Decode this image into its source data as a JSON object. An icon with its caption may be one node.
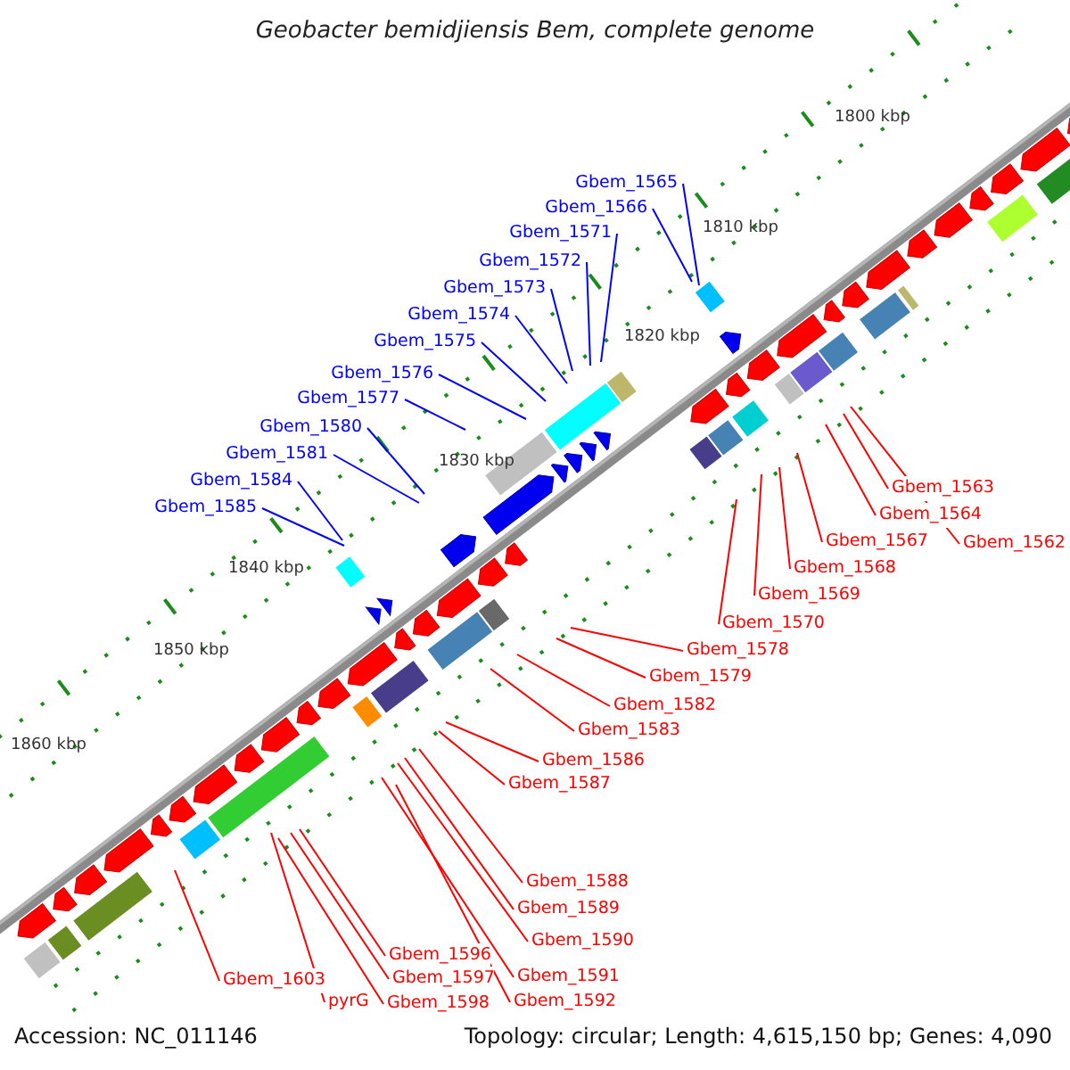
{
  "diagram": {
    "title": "Geobacter bemidjiensis Bem, complete genome",
    "nodes": [
      {
        "text": [
          "Gbem_1565"
        ]
      },
      {
        "text": [
          "Gbem_1566"
        ]
      },
      {
        "text": [
          "Gbem_1571"
        ]
      },
      {
        "text": [
          "Gbem_1572"
        ]
      },
      {
        "text": [
          "Gbem_1573"
        ]
      },
      {
        "text": [
          "Gbem_1574"
        ]
      },
      {
        "text": [
          "Gbem_1575"
        ]
      },
      {
        "text": [
          "Gbem_1576"
        ]
      },
      {
        "text": [
          "Gbem_1577"
        ]
      },
      {
        "text": [
          "Gbem_1580"
        ]
      },
      {
        "text": [
          "Gbem_1581"
        ]
      },
      {
        "text": [
          "Gbem_1584"
        ]
      },
      {
        "text": [
          "Gbem_1585"
        ]
      },
      {
        "text": [
          "Gbem_1563"
        ]
      },
      {
        "text": [
          "Gbem_1564"
        ]
      },
      {
        "text": [
          "Gbem_1562"
        ]
      },
      {
        "text": [
          "Gbem_1567"
        ]
      },
      {
        "text": [
          "Gbem_1568"
        ]
      },
      {
        "text": [
          "Gbem_1569"
        ]
      },
      {
        "text": [
          "Gbem_1570"
        ]
      },
      {
        "text": [
          "Gbem_1578"
        ]
      },
      {
        "text": [
          "Gbem_1579"
        ]
      },
      {
        "text": [
          "Gbem_1582"
        ]
      },
      {
        "text": [
          "Gbem_1583"
        ]
      },
      {
        "text": [
          "Gbem_1586"
        ]
      },
      {
        "text": [
          "Gbem_1587"
        ]
      },
      {
        "text": [
          "Gbem_1588"
        ]
      },
      {
        "text": [
          "Gbem_1589"
        ]
      },
      {
        "text": [
          "Gbem_1590"
        ]
      },
      {
        "text": [
          "Gbem_1591"
        ]
      },
      {
        "text": [
          "Gbem_1596"
        ]
      },
      {
        "text": [
          "Gbem_1603"
        ]
      },
      {
        "text": [
          "Gbem_1597"
        ]
      },
      {
        "text": [
          "Gbem_1592"
        ]
      },
      {
        "text": [
          "pyrG"
        ]
      },
      {
        "text": [
          "Gbem_1598"
        ]
      }
    ],
    "edges": [
      {
        "from": 0,
        "to": null,
        "arrow": "none",
        "color": "#0000ff"
      },
      {
        "from": 1,
        "to": null,
        "arrow": "none",
        "color": "#0000ff"
      },
      {
        "from": 2,
        "to": null,
        "arrow": "none",
        "color": "#0000ff"
      },
      {
        "from": 3,
        "to": null,
        "arrow": "none",
        "color": "#0000ff"
      },
      {
        "from": 4,
        "to": null,
        "arrow": "none",
        "color": "#0000ff"
      },
      {
        "from": 5,
        "to": null,
        "arrow": "none",
        "color": "#0000ff"
      },
      {
        "from": 6,
        "to": null,
        "arrow": "none",
        "color": "#0000ff"
      },
      {
        "from": 7,
        "to": null,
        "arrow": "none",
        "color": "#0000ff"
      },
      {
        "from": 8,
        "to": null,
        "arrow": "none",
        "color": "#0000ff"
      },
      {
        "from": 9,
        "to": null,
        "arrow": "none",
        "color": "#0000ff"
      },
      {
        "from": 10,
        "to": null,
        "arrow": "none",
        "color": "#0000ff"
      },
      {
        "from": 11,
        "to": null,
        "arrow": "none",
        "color": "#0000ff"
      },
      {
        "from": 12,
        "to": null,
        "arrow": "none",
        "color": "#0000ff"
      },
      {
        "from": 13,
        "to": null,
        "arrow": "none"
      },
      {
        "from": 14,
        "to": null,
        "arrow": "none"
      },
      {
        "from": 15,
        "to": null,
        "arrow": "none"
      },
      {
        "from": 16,
        "to": null,
        "arrow": "none"
      },
      {
        "from": 17,
        "to": null,
        "arrow": "none"
      },
      {
        "from": 18,
        "to": null,
        "arrow": "none"
      },
      {
        "from": 19,
        "to": null,
        "arrow": "none"
      },
      {
        "from": 20,
        "to": null,
        "arrow": "none"
      },
      {
        "from": 21,
        "to": null,
        "arrow": "none"
      },
      {
        "from": 22,
        "to": null,
        "arrow": "none"
      },
      {
        "from": 23,
        "to": null,
        "arrow": "none"
      },
      {
        "from": 24,
        "to": null,
        "arrow": "none"
      },
      {
        "from": 25,
        "to": null,
        "arrow": "none"
      },
      {
        "from": 26,
        "to": null,
        "arrow": "none"
      },
      {
        "from": 27,
        "to": null,
        "arrow": "none"
      },
      {
        "from": 28,
        "to": null,
        "arrow": "none"
      },
      {
        "from": 29,
        "to": null,
        "arrow": "none"
      },
      {
        "from": 30,
        "to": null,
        "arrow": "none"
      },
      {
        "from": 31,
        "to": null,
        "arrow": "none"
      },
      {
        "from": 32,
        "to": null,
        "arrow": "none"
      },
      {
        "from": 33,
        "to": null,
        "arrow": "none"
      },
      {
        "from": 34,
        "to": null,
        "arrow": "none"
      },
      {
        "from": 35,
        "to": null,
        "arrow": "none"
      }
    ],
    "labels": [
      "1800 kbp",
      "1810 kbp",
      "1820 kbp",
      "1830 kbp",
      "1840 kbp",
      "1850 kbp",
      "1860 kbp",
      "Accession: NC_011146",
      "Topology: circular; Length: 4,615,150 bp; Genes: 4,090"
    ]
  }
}
